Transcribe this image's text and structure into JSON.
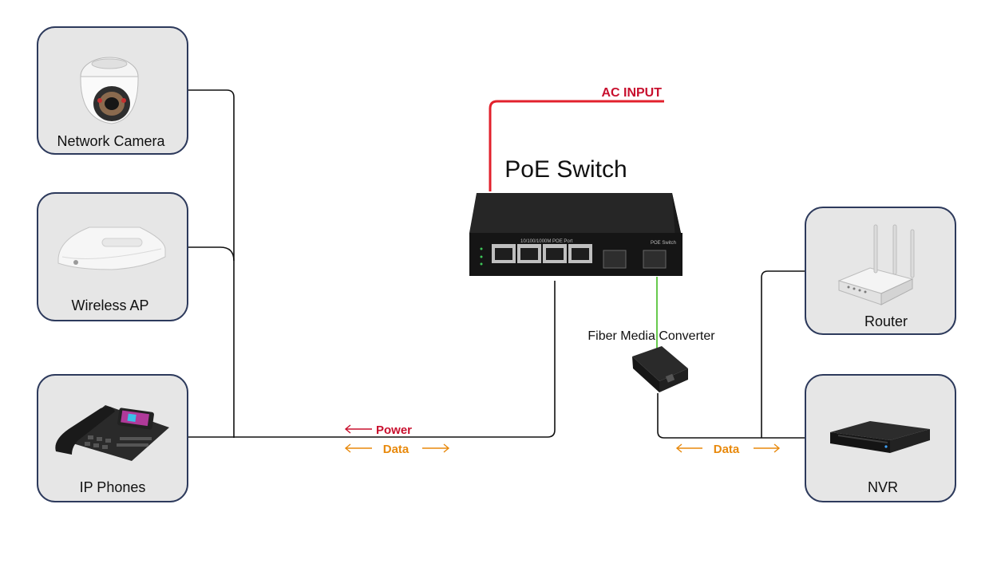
{
  "colors": {
    "card_fill": "#e6e6e6",
    "card_border": "#2d3a5c",
    "ac_line": "#e2212c",
    "ac_text": "#c8102e",
    "power": "#c8102e",
    "data": "#e8890c",
    "fiber": "#58c43a",
    "cable": "#111111"
  },
  "devices": {
    "camera": {
      "label": "Network Camera",
      "icon": "dome-camera-icon"
    },
    "ap": {
      "label": "Wireless AP",
      "icon": "access-point-icon"
    },
    "phone": {
      "label": "IP Phones",
      "icon": "ip-phone-icon"
    },
    "router": {
      "label": "Router",
      "icon": "router-icon"
    },
    "nvr": {
      "label": "NVR",
      "icon": "nvr-icon"
    }
  },
  "switch": {
    "title": "PoE Switch",
    "panel_header": "10/100/1000M POE Port",
    "panel_brand": "POE Switch",
    "ac_input": "AC INPUT"
  },
  "converter": {
    "label": "Fiber Media Converter"
  },
  "legend_left": {
    "power": "Power",
    "data": "Data"
  },
  "legend_right": {
    "data": "Data"
  }
}
